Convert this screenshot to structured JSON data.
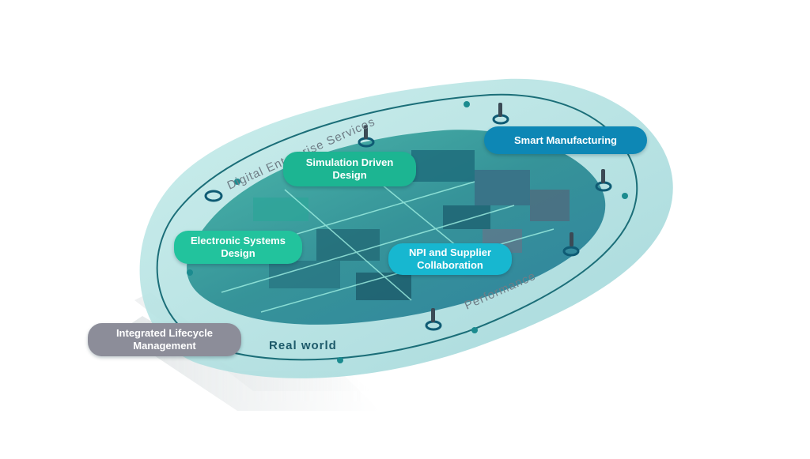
{
  "labels": {
    "smart_manufacturing": "Smart Manufacturing",
    "simulation_driven_design": [
      "Simulation Driven",
      "Design"
    ],
    "electronic_systems_design": [
      "Electronic Systems",
      "Design"
    ],
    "npi_supplier_collaboration": [
      "NPI and Supplier",
      "Collaboration"
    ],
    "integrated_lifecycle_management": [
      "Integrated Lifecycle",
      "Management"
    ]
  },
  "track_labels": {
    "digital_enterprise": "Digital Enterprise Services",
    "performance": "Performance",
    "real_world": "Real world"
  },
  "colors": {
    "smart_manufacturing": "#0d87b5",
    "simulation_driven_design": "#1cb592",
    "electronic_systems_design": "#22c39d",
    "npi_supplier_collaboration": "#17b7d0",
    "integrated_lifecycle_management": "#8c8d99",
    "outer_platform": "#a8dcda",
    "inner_floor": "#2f8f95",
    "track_line": "#1b6e78"
  }
}
